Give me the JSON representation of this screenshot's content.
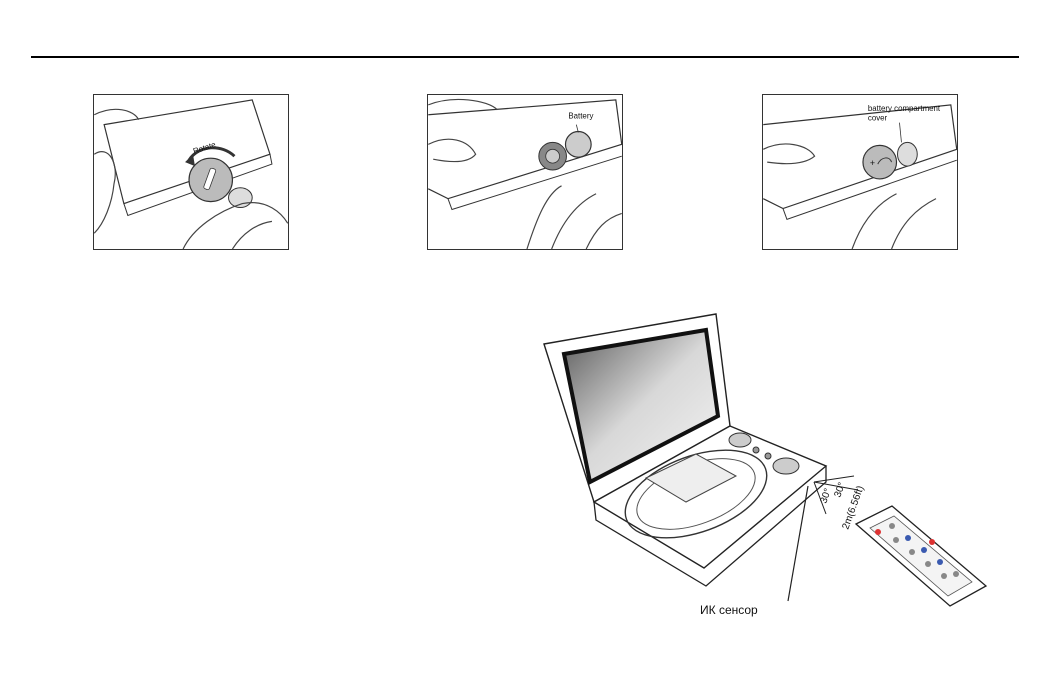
{
  "figures": {
    "step1": {
      "label": "Rotate"
    },
    "step2": {
      "label": "Battery"
    },
    "step3": {
      "label_line1": "battery compartment",
      "label_line2": "cover"
    }
  },
  "player": {
    "sensor_label": "ИК сенсор",
    "distance_label": "2m(6.56ft)",
    "angle_left": "30°",
    "angle_right": "30°"
  }
}
